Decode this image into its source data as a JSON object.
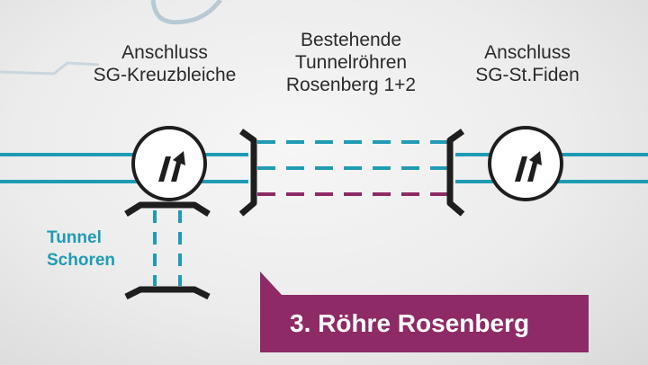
{
  "junction_west": {
    "lines": [
      "Anschluss",
      "SG-Kreuzbleiche"
    ]
  },
  "existing_tunnels": {
    "lines": [
      "Bestehende",
      "Tunnelröhren",
      "Rosenberg 1+2"
    ]
  },
  "junction_east": {
    "lines": [
      "Anschluss",
      "SG-St.Fiden"
    ]
  },
  "side_tunnel": {
    "lines": [
      "Tunnel",
      "Schoren"
    ]
  },
  "caption": {
    "text": "3. Röhre Rosenberg"
  },
  "colors": {
    "road": "#1f9bb4",
    "new_tube": "#8e2a66",
    "portal": "#1e1e1e",
    "river": "#b7c9d3"
  },
  "icons": {
    "junction": "highway-exit-icon"
  }
}
